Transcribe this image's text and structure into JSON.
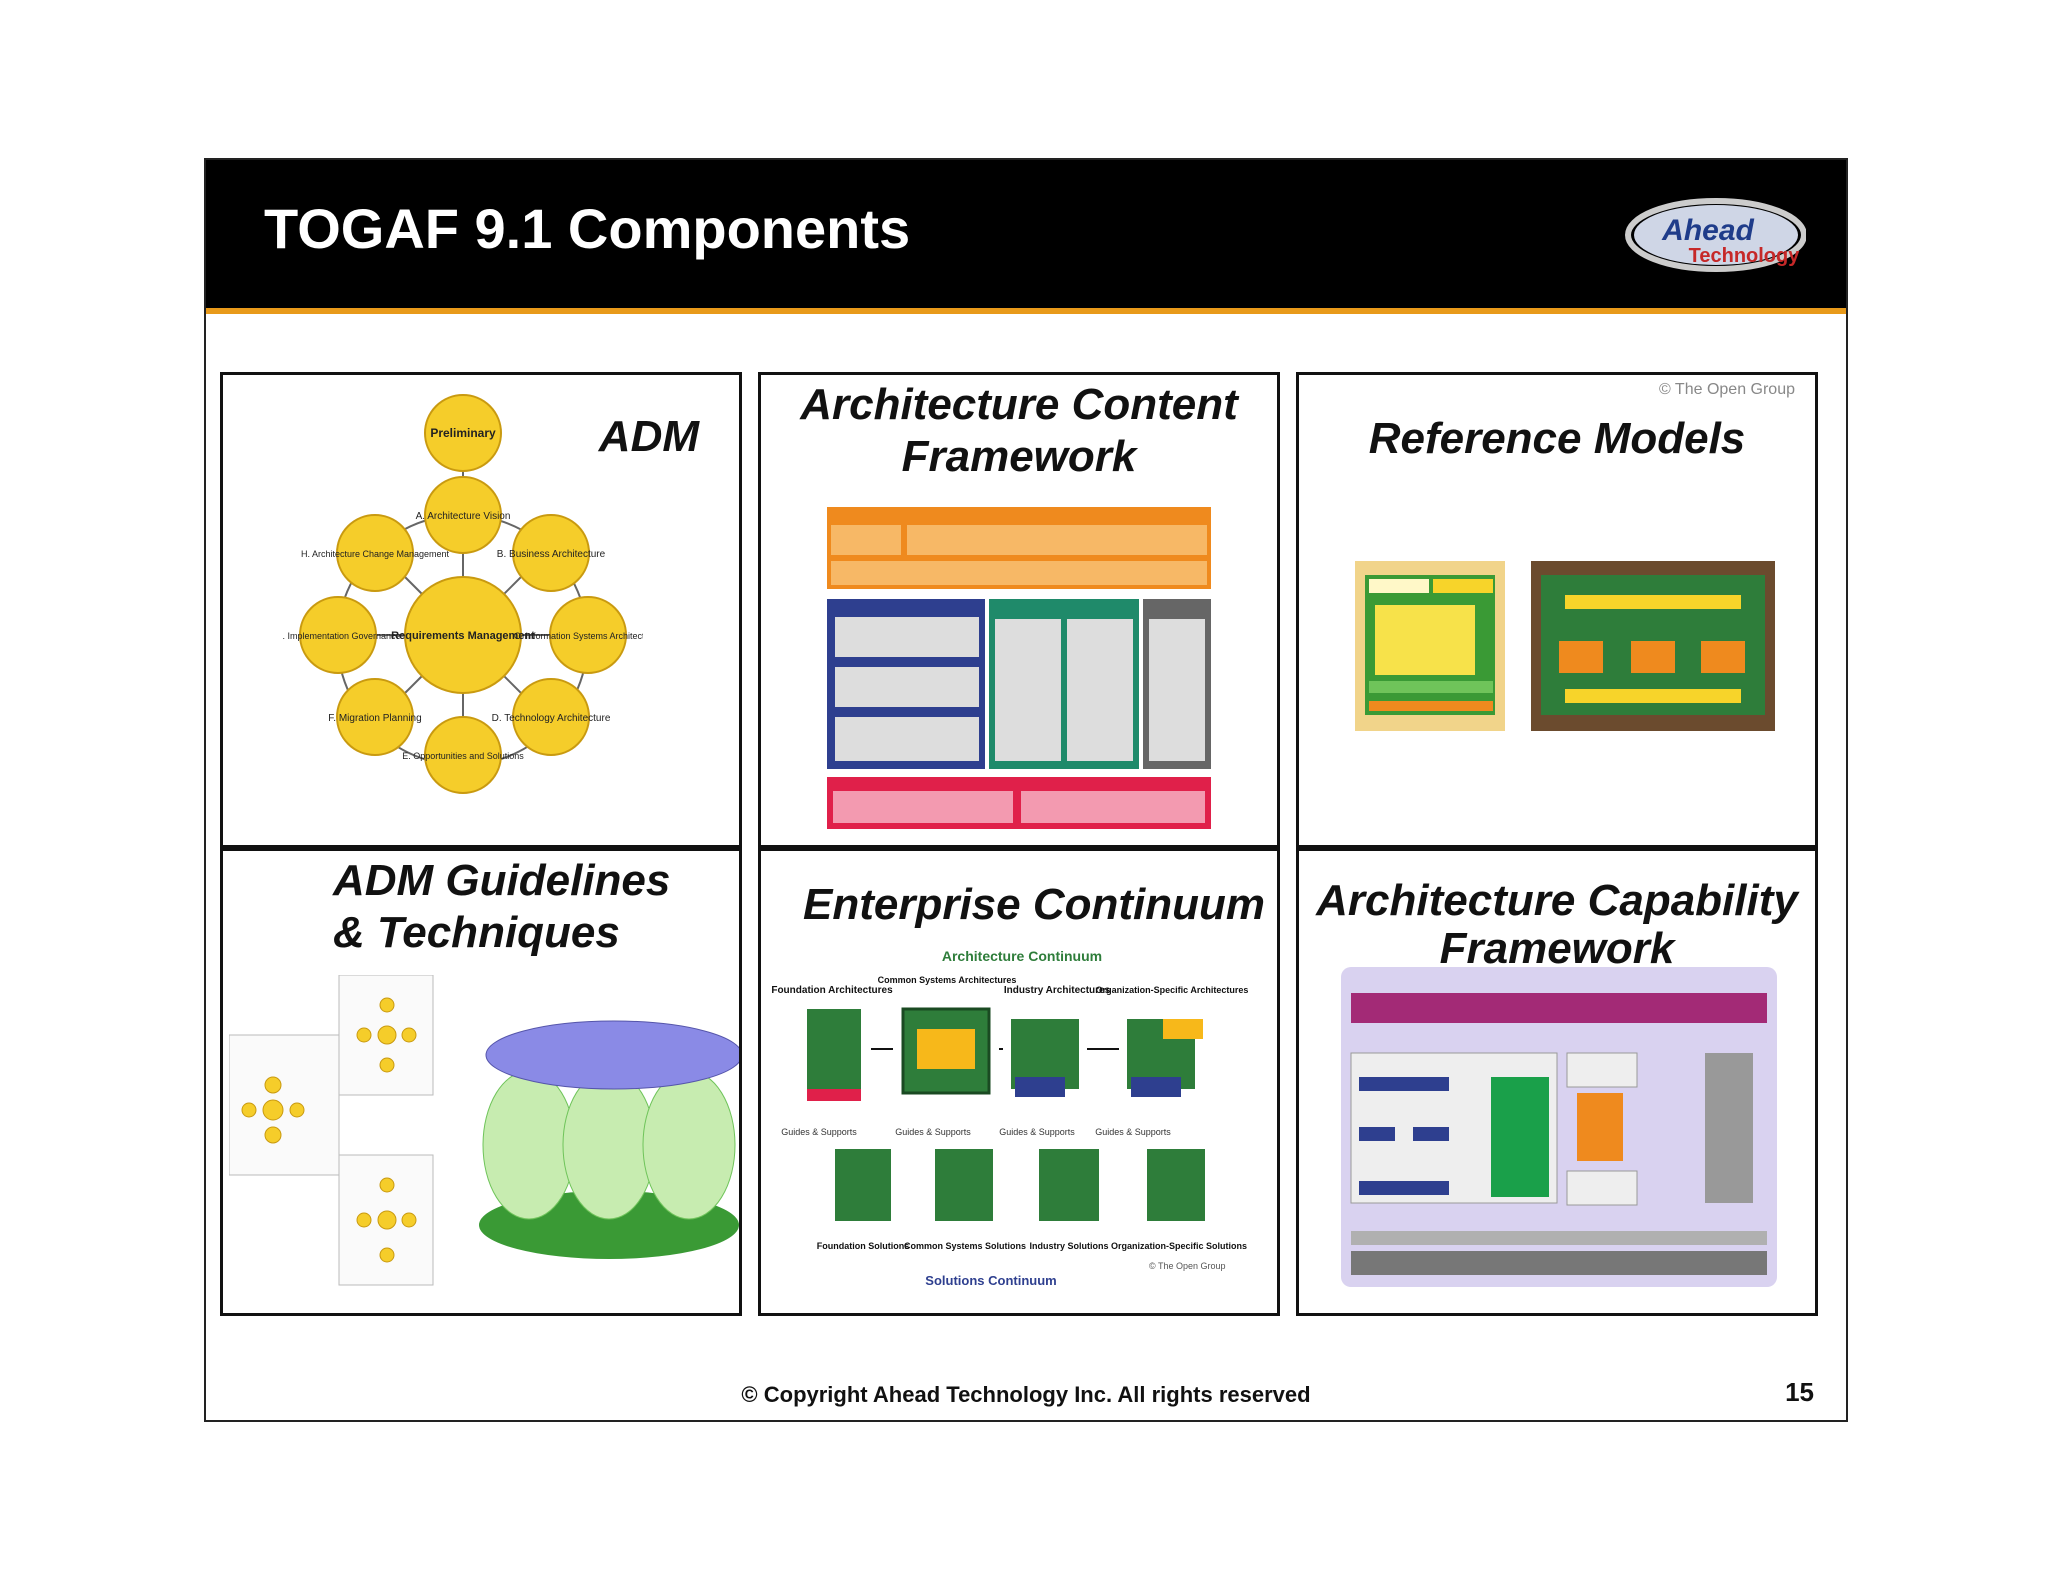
{
  "slide": {
    "title": "TOGAF 9.1 Components",
    "logo_text_top": "Ahead",
    "logo_text_bottom": "Technology",
    "footer": "© Copyright Ahead Technology Inc.  All rights reserved",
    "page_number": "15"
  },
  "cells": {
    "adm": {
      "title": "ADM",
      "center": "Requirements Management",
      "phases": [
        "Preliminary",
        "A. Architecture Vision",
        "B. Business Architecture",
        "C. Information Systems Architectures",
        "D. Technology Architecture",
        "E. Opportunities and Solutions",
        "F. Migration Planning",
        "G. Implementation Governance",
        "H. Architecture Change Management"
      ]
    },
    "acf": {
      "title_line1": "Architecture Content",
      "title_line2": "Framework"
    },
    "refmodels": {
      "title": "Reference Models",
      "copyright": "© The Open Group"
    },
    "guidelines": {
      "title_line1": "ADM  Guidelines",
      "title_line2": "& Techniques"
    },
    "continuum": {
      "title": "Enterprise Continuum",
      "arch_continuum": "Architecture Continuum",
      "sol_continuum": "Solutions Continuum",
      "top_labels": [
        "Foundation Architectures",
        "Common Systems Architectures",
        "Industry Architectures",
        "Organization-Specific Architectures"
      ],
      "guides": [
        "Guides & Supports",
        "Guides & Supports",
        "Guides & Supports",
        "Guides & Supports"
      ],
      "bottom_labels": [
        "Foundation Solutions",
        "Common Systems Solutions",
        "Industry Solutions",
        "Organization-Specific Solutions"
      ],
      "copyright": "© The Open Group"
    },
    "acf2": {
      "title_line1": "Architecture Capability",
      "title_line2": "Framework"
    }
  },
  "colors": {
    "orange": "#e89a1a",
    "adm_yellow": "#f5cd2a",
    "green": "#2e7d3a"
  }
}
